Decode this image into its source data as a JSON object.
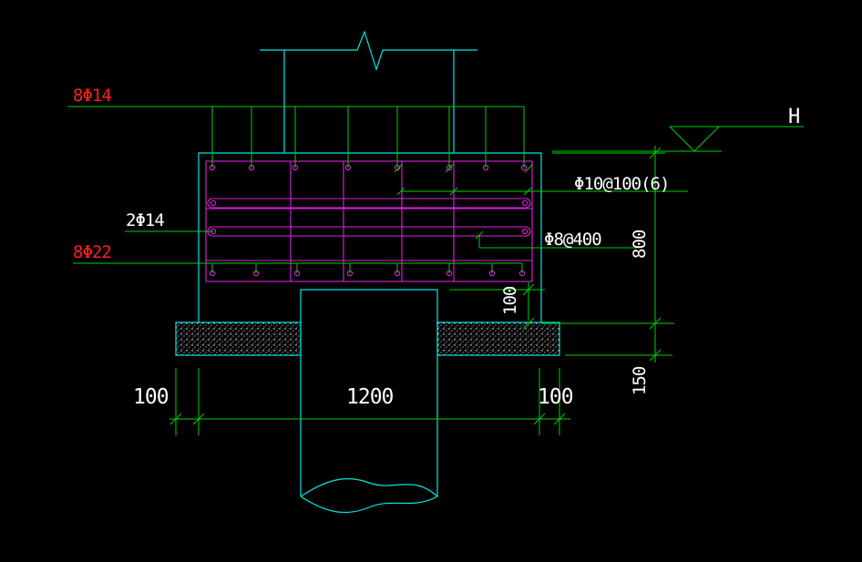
{
  "labels": {
    "top_bars": "8Φ14",
    "side_bars": "2Φ14",
    "bottom_bars": "8Φ22",
    "stirrups": "Φ10@100(6)",
    "tie_bars": "Φ8@400",
    "elevation_mark": "H"
  },
  "dimensions": {
    "beam_height": "800",
    "cushion_thickness": "150",
    "cover": "100",
    "left_offset": "100",
    "pile_diameter": "1200",
    "right_offset": "100"
  },
  "colors": {
    "background": "#000000",
    "structure": "#00e5e5",
    "leader_dim": "#00d000",
    "rebar": "#e020e0",
    "text_red": "#ff2020",
    "text_white": "#ffffff"
  }
}
